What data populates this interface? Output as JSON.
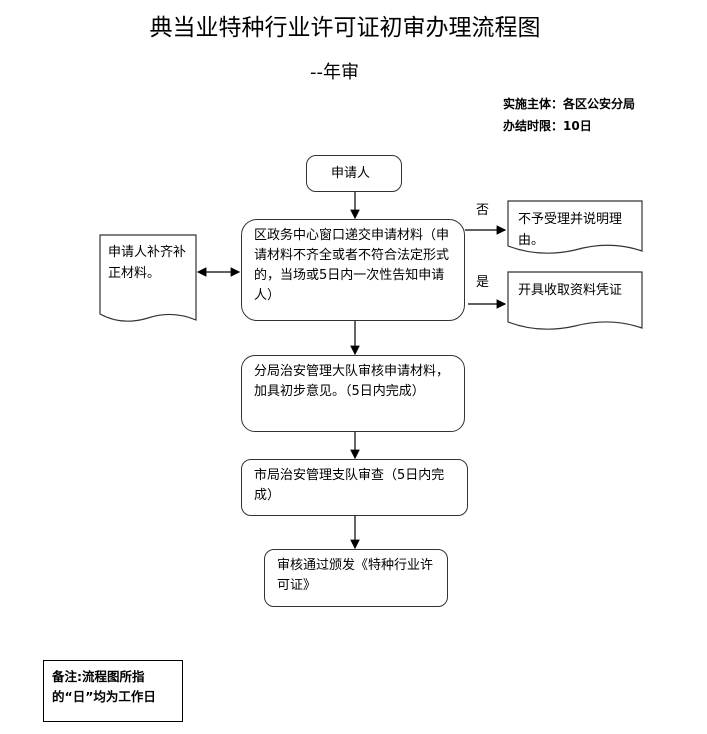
{
  "title": "典当业特种行业许可证初审办理流程图",
  "subtitle": "--年审",
  "implementer": "实施主体：各区公安分局",
  "time_limit": "办结时限：10日",
  "steps": {
    "applicant": "申请人",
    "submit": "区政务中心窗口递交申请材料（申请材料不齐全或者不符合法定形式的，当场或5日内一次性告知申请人）",
    "supplement": "申请人补齐补正材料。",
    "reject_label": "否",
    "reject": "不予受理并说明理由。",
    "accept_label": "是",
    "accept": "开具收取资料凭证",
    "branch_review": "分局治安管理大队审核申请材料，加具初步意见。（5日内完成）",
    "city_review": "市局治安管理支队审查（5日内完成）",
    "issue": "审核通过颁发《特种行业许可证》"
  },
  "note": "备注:流程图所指的“日”均为工作日"
}
